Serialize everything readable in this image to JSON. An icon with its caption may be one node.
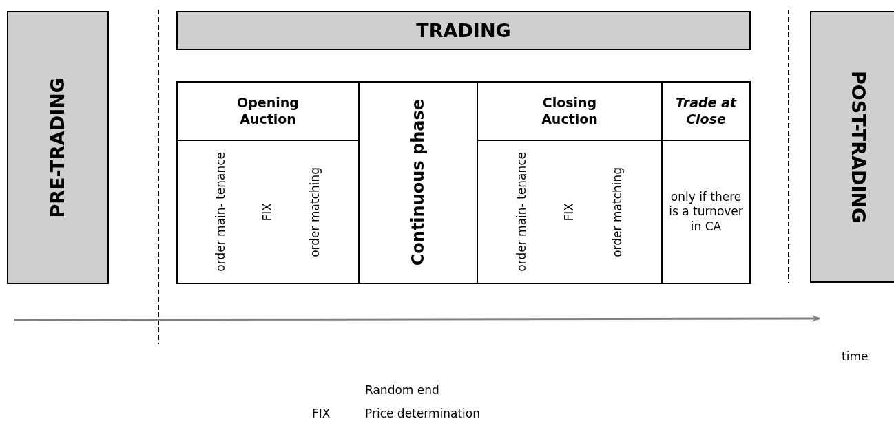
{
  "diagram": {
    "nodes": [
      {
        "text": [
          "PRE-TRADING"
        ]
      },
      {
        "text": [
          "TRADING"
        ]
      },
      {
        "text": [
          "Opening Auction"
        ]
      },
      {
        "text": [
          "order main- tenance",
          "FIX",
          "order matching"
        ]
      },
      {
        "text": [
          "Continuous phase"
        ]
      },
      {
        "text": [
          "Closing Auction"
        ]
      },
      {
        "text": [
          "order main- tenance",
          "FIX",
          "order matching"
        ]
      },
      {
        "text": [
          "Trade at Close"
        ]
      },
      {
        "text": [
          "only if there is a turnover in CA"
        ]
      },
      {
        "text": [
          "POST-TRADING"
        ]
      }
    ],
    "edges": [],
    "labels": [
      "time",
      "Random end",
      "FIX",
      "Price determination"
    ]
  }
}
